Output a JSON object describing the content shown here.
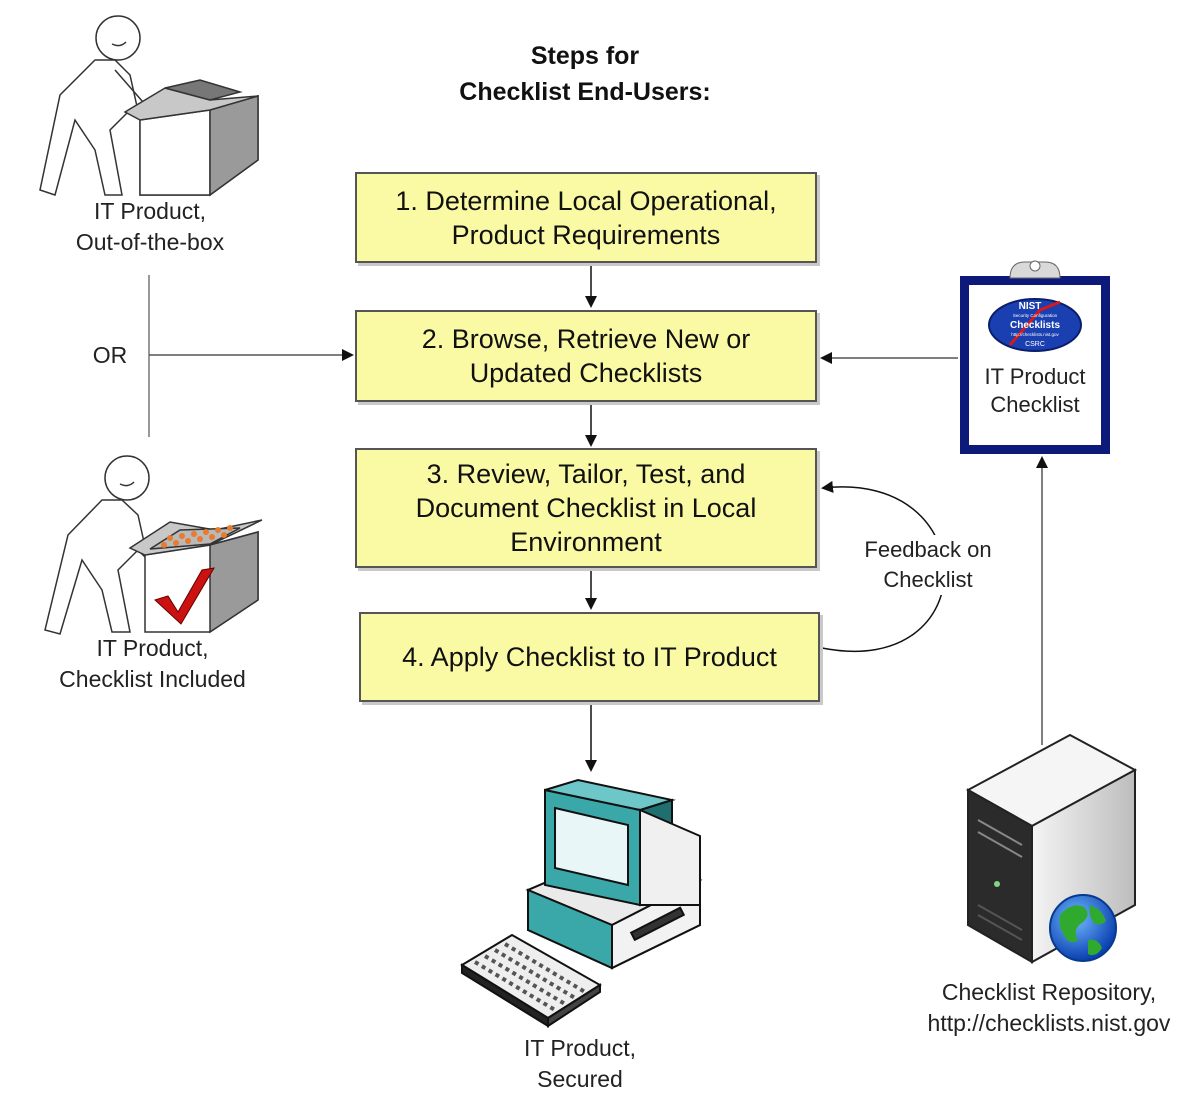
{
  "title": {
    "line1": "Steps for",
    "line2": "Checklist End-Users:"
  },
  "steps": [
    {
      "line1": "1. Determine Local Operational,",
      "line2": "Product Requirements"
    },
    {
      "line1": "2. Browse, Retrieve New or",
      "line2": "Updated Checklists"
    },
    {
      "line1": "3. Review, Tailor, Test, and",
      "line2": "Document Checklist in Local",
      "line3": "Environment"
    },
    {
      "line1": "4. Apply Checklist to IT Product"
    }
  ],
  "labels": {
    "out_of_box": {
      "line1": "IT Product,",
      "line2": "Out-of-the-box"
    },
    "or": "OR",
    "checklist_included": {
      "line1": "IT Product,",
      "line2": "Checklist Included"
    },
    "clipboard": {
      "line1": "IT Product",
      "line2": "Checklist"
    },
    "feedback": {
      "line1": "Feedback on",
      "line2": "Checklist"
    },
    "secured": {
      "line1": "IT Product,",
      "line2": "Secured"
    },
    "repository": {
      "line1": "Checklist Repository,",
      "line2": "http://checklists.nist.gov"
    }
  },
  "clipboard_logo": {
    "brand": "NIST",
    "line1": "Security Configuration",
    "line2": "Checklists",
    "line3": "http://checklists.nist.gov",
    "line4": "CSRC"
  },
  "colors": {
    "box_fill": "#fafaa5",
    "clipboard_border": "#0d1a7a",
    "monitor_teal": "#3aa7a8",
    "checkmark": "#cc1111",
    "box_dots": "#e87b2d"
  }
}
